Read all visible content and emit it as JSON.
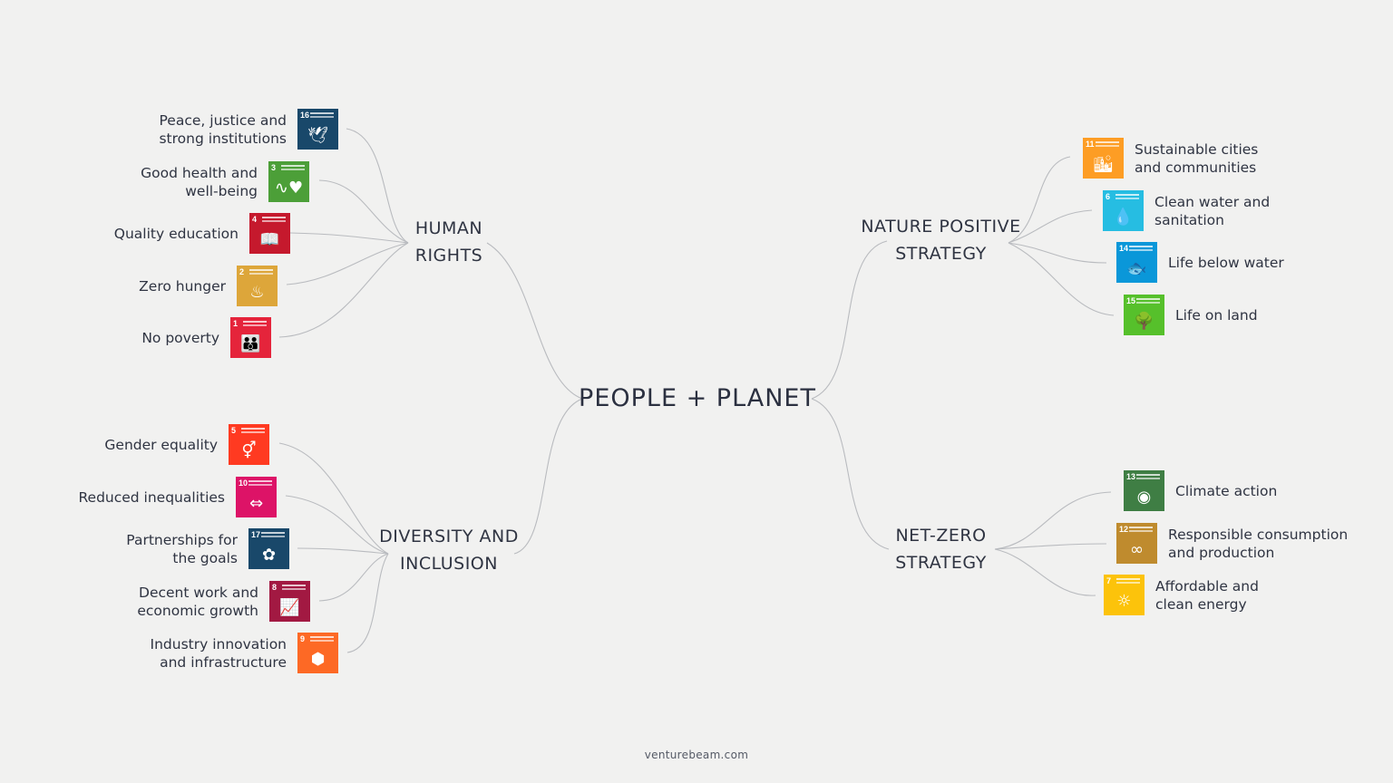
{
  "center": {
    "label": "PEOPLE + PLANET"
  },
  "branches": {
    "human_rights": {
      "line1": "HUMAN",
      "line2": "RIGHTS"
    },
    "diversity": {
      "line1": "DIVERSITY AND",
      "line2": "INCLUSION"
    },
    "nature": {
      "line1": "NATURE POSITIVE",
      "line2": "STRATEGY"
    },
    "netzero": {
      "line1": "NET-ZERO",
      "line2": "STRATEGY"
    }
  },
  "human_rights_items": [
    {
      "line1": "Peace, justice and",
      "line2": "strong institutions",
      "num": "16",
      "color": "#19486a",
      "icon": "dove-icon",
      "glyph": "🕊"
    },
    {
      "line1": "Good health and",
      "line2": "well-being",
      "num": "3",
      "color": "#4c9f38",
      "icon": "heartbeat-icon",
      "glyph": "∿♥"
    },
    {
      "line1": "Quality education",
      "line2": "",
      "num": "4",
      "color": "#c5192d",
      "icon": "book-icon",
      "glyph": "📖"
    },
    {
      "line1": "Zero hunger",
      "line2": "",
      "num": "2",
      "color": "#dda63a",
      "icon": "bowl-icon",
      "glyph": "♨"
    },
    {
      "line1": "No poverty",
      "line2": "",
      "num": "1",
      "color": "#e5243b",
      "icon": "family-icon",
      "glyph": "👪"
    }
  ],
  "diversity_items": [
    {
      "line1": "Gender equality",
      "line2": "",
      "num": "5",
      "color": "#ff3a21",
      "icon": "gender-icon",
      "glyph": "⚥"
    },
    {
      "line1": "Reduced inequalities",
      "line2": "",
      "num": "10",
      "color": "#dd1367",
      "icon": "equal-icon",
      "glyph": "⇔"
    },
    {
      "line1": "Partnerships for",
      "line2": "the goals",
      "num": "17",
      "color": "#19486a",
      "icon": "rings-icon",
      "glyph": "✿"
    },
    {
      "line1": "Decent work and",
      "line2": "economic growth",
      "num": "8",
      "color": "#a21942",
      "icon": "growth-chart-icon",
      "glyph": "📈"
    },
    {
      "line1": "Industry innovation",
      "line2": "and infrastructure",
      "num": "9",
      "color": "#fd6925",
      "icon": "cubes-icon",
      "glyph": "⬢"
    }
  ],
  "nature_items": [
    {
      "line1": "Sustainable cities",
      "line2": "and communities",
      "num": "11",
      "color": "#fd9d24",
      "icon": "city-icon",
      "glyph": "🏙"
    },
    {
      "line1": "Clean water and",
      "line2": "sanitation",
      "num": "6",
      "color": "#26bde2",
      "icon": "water-drop-icon",
      "glyph": "💧"
    },
    {
      "line1": "Life below water",
      "line2": "",
      "num": "14",
      "color": "#0a97d9",
      "icon": "fish-icon",
      "glyph": "🐟"
    },
    {
      "line1": "Life on land",
      "line2": "",
      "num": "15",
      "color": "#56c02b",
      "icon": "tree-icon",
      "glyph": "🌳"
    }
  ],
  "netzero_items": [
    {
      "line1": "Climate action",
      "line2": "",
      "num": "13",
      "color": "#3f7e44",
      "icon": "eye-globe-icon",
      "glyph": "◉"
    },
    {
      "line1": "Responsible consumption",
      "line2": "and production",
      "num": "12",
      "color": "#bf8b2e",
      "icon": "infinity-icon",
      "glyph": "∞"
    },
    {
      "line1": "Affordable and",
      "line2": "clean energy",
      "num": "7",
      "color": "#fcc30b",
      "icon": "sun-icon",
      "glyph": "☼"
    }
  ],
  "footer": {
    "text": "venturebeam.com"
  }
}
